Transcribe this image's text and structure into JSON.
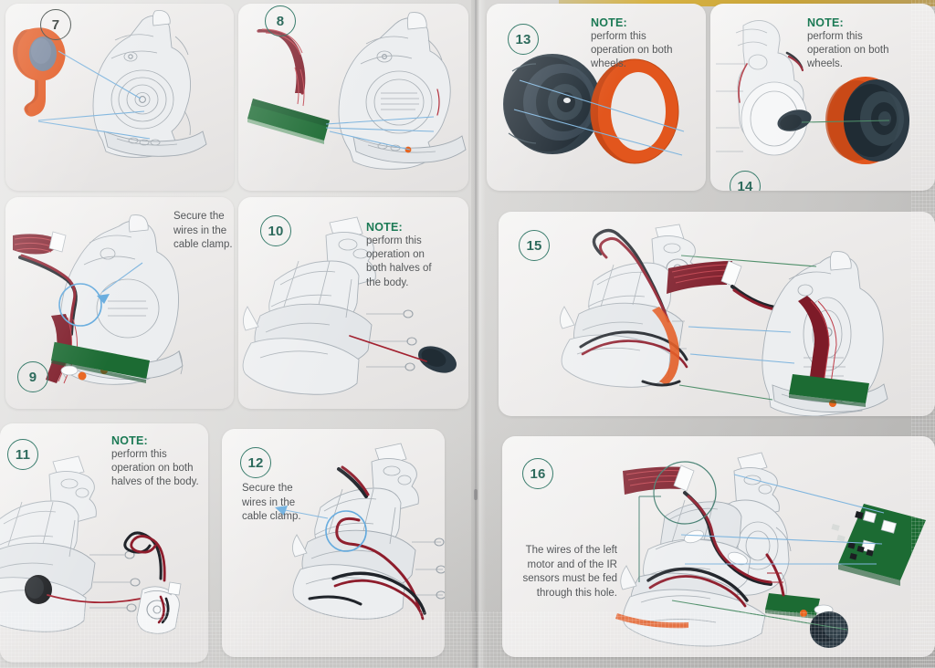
{
  "document": {
    "type": "assembly-instruction-manual",
    "page_layout": "two-page-spread",
    "rows": 3,
    "step_range": "7-16"
  },
  "panels": [
    {
      "id": "panel-7",
      "step": "7",
      "step_style": "dark-outline",
      "notes": [],
      "callouts": [],
      "parts": [
        "orange-rubber-grommet",
        "blue-lens",
        "left-body-half"
      ]
    },
    {
      "id": "panel-8",
      "step": "8",
      "step_style": "teal-outline",
      "notes": [],
      "callouts": [],
      "parts": [
        "ribbon-cable",
        "green-sensor-board",
        "left-body-half"
      ]
    },
    {
      "id": "panel-13",
      "step": "13",
      "step_style": "teal-outline",
      "notes": [
        {
          "heading": "NOTE:",
          "body": "perform this operation on both wheels."
        }
      ],
      "callouts": [],
      "parts": [
        "dark-wheel-hub",
        "orange-tire"
      ]
    },
    {
      "id": "panel-14",
      "step": "14",
      "step_style": "teal-outline",
      "notes": [
        {
          "heading": "NOTE:",
          "body": "perform this operation on both wheels."
        }
      ],
      "callouts": [],
      "parts": [
        "chassis-frame",
        "motor-shaft",
        "assembled-wheel"
      ]
    },
    {
      "id": "panel-9",
      "step": "9",
      "step_style": "teal-outline",
      "notes": [],
      "callouts": [
        {
          "text": "Secure the wires in the cable clamp.",
          "align": "left"
        }
      ],
      "parts": [
        "ribbon-cable",
        "left-body-half",
        "green-sensor-board",
        "cable-clamp"
      ]
    },
    {
      "id": "panel-10",
      "step": "10",
      "step_style": "teal-outline",
      "notes": [
        {
          "heading": "NOTE:",
          "body": "perform this operation on both halves of the body."
        }
      ],
      "callouts": [],
      "parts": [
        "chassis-frame",
        "dark-rubber-bushing"
      ]
    },
    {
      "id": "panel-15",
      "step": "15",
      "step_style": "teal-outline",
      "notes": [],
      "callouts": [],
      "parts": [
        "chassis-assembly",
        "ribbon-cable",
        "right-body-half",
        "green-sensor-board"
      ]
    },
    {
      "id": "panel-11",
      "step": "11",
      "step_style": "teal-outline",
      "notes": [
        {
          "heading": "NOTE:",
          "body": "perform this operation on both halves of the body."
        }
      ],
      "callouts": [],
      "parts": [
        "chassis-frame",
        "dark-rubber-bushing",
        "motor",
        "motor-wires"
      ]
    },
    {
      "id": "panel-12",
      "step": "12",
      "step_style": "teal-outline",
      "notes": [],
      "callouts": [
        {
          "text": "Secure the wires in the cable clamp.",
          "align": "left"
        }
      ],
      "parts": [
        "chassis-frame",
        "motor-wires",
        "cable-clamp"
      ]
    },
    {
      "id": "panel-16",
      "step": "16",
      "step_style": "teal-outline",
      "notes": [],
      "callouts": [
        {
          "text": "The wires of the left motor and of the IR sensors must be fed through this hole.",
          "align": "right"
        }
      ],
      "parts": [
        "full-body-assembly",
        "ribbon-cable",
        "green-controller-board",
        "dark-rubber-bushing"
      ]
    }
  ],
  "colors": {
    "page_background": "#d6d5d3",
    "panel_background": "#eeecea",
    "step_teal": "#2e6b5d",
    "step_dark": "#4b524f",
    "note_heading_green": "#1c7a55",
    "body_text_gray": "#55585a",
    "leader_blue": "#7fb5de",
    "leader_green": "#4f8f6a",
    "highlight_circle_blue": "#62a9dd",
    "orange_part": "#e2561d",
    "pcb_green": "#1c6b33",
    "wire_red": "#8e1d2c",
    "wire_black": "#20242a",
    "wheel_navy": "#2c3a44",
    "gold_edge_strip": "#d8b13c"
  }
}
